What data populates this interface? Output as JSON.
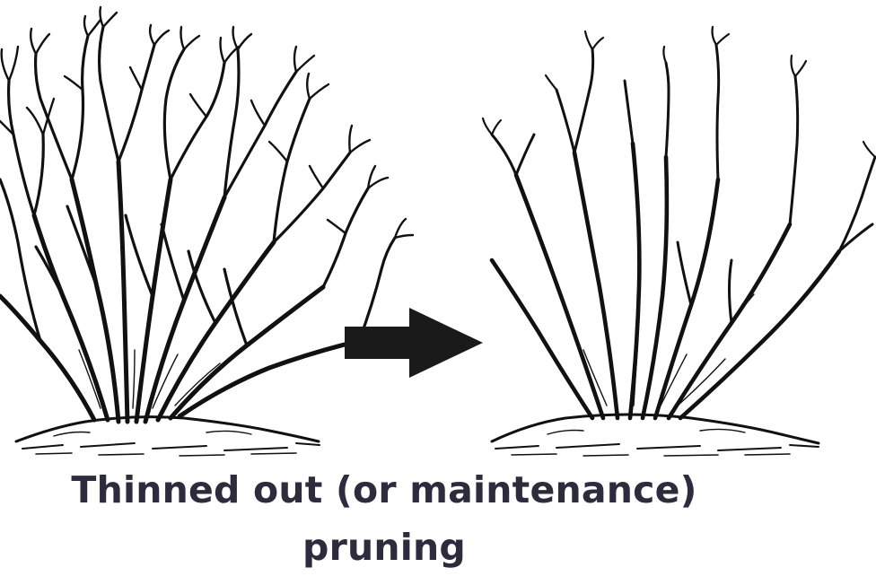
{
  "caption": {
    "line1": "Thinned out (or maintenance)",
    "line2": "pruning"
  },
  "figure": {
    "before_icon": "dense-shrub-illustration",
    "arrow_icon": "right-arrow-icon",
    "after_icon": "thinned-shrub-illustration",
    "ink_color": "#111111",
    "arrow_color": "#1a1a1a",
    "caption_color": "#2c2c3c"
  }
}
